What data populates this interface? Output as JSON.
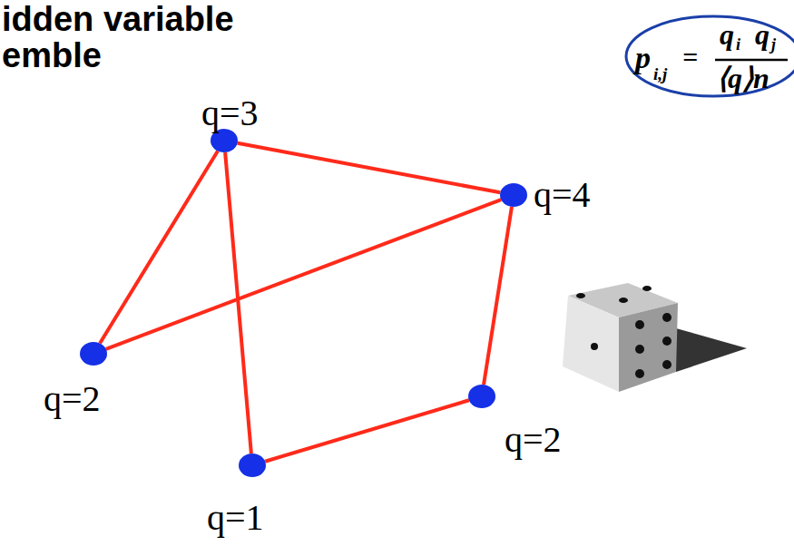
{
  "diagram": {
    "nodes": [
      {
        "text": [
          "q=3"
        ]
      },
      {
        "text": [
          "q=4"
        ]
      },
      {
        "text": [
          "q=2"
        ]
      },
      {
        "text": [
          "q=2"
        ]
      },
      {
        "text": [
          "q=1"
        ]
      }
    ],
    "edges": [
      {
        "from": 0,
        "to": 1,
        "arrow": "none"
      },
      {
        "from": 0,
        "to": 2,
        "arrow": "none"
      },
      {
        "from": 0,
        "to": 4,
        "arrow": "none"
      },
      {
        "from": 1,
        "to": 2,
        "arrow": "none"
      },
      {
        "from": 1,
        "to": 3,
        "arrow": "none"
      },
      {
        "from": 4,
        "to": 3,
        "arrow": "none"
      }
    ],
    "labels": [
      "idden variable",
      "emble",
      "p",
      "i,j",
      "=",
      "q",
      "i",
      "q",
      "j",
      "⟨q⟩n"
    ]
  }
}
